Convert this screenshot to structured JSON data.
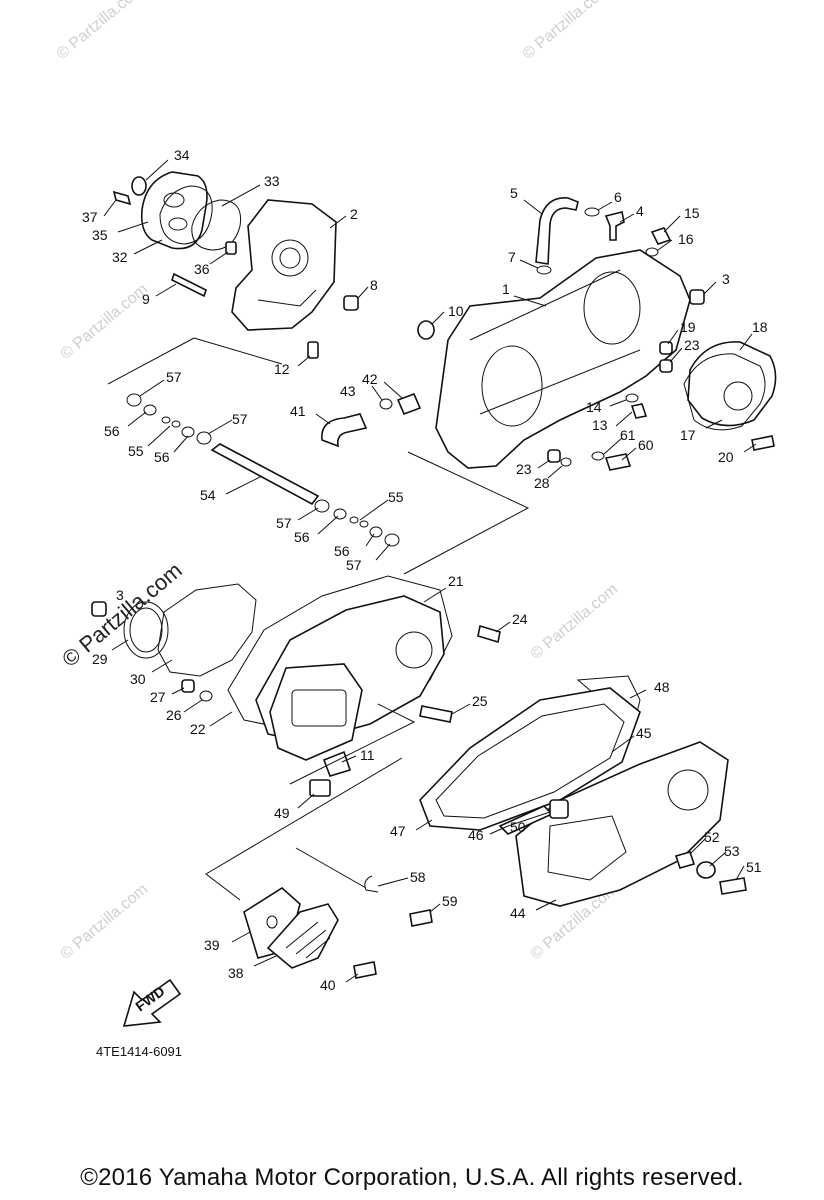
{
  "watermark": "© Partzilla.com",
  "diagram_code": "4TE1414-6091",
  "fwd_label": "FWD",
  "copyright": "©2016  Yamaha Motor Corporation, U.S.A. All rights reserved.",
  "callouts": {
    "c1": "1",
    "c2": "2",
    "c3a": "3",
    "c3b": "3",
    "c4": "4",
    "c5": "5",
    "c6": "6",
    "c7": "7",
    "c8": "8",
    "c9": "9",
    "c10": "10",
    "c11": "11",
    "c12": "12",
    "c13": "13",
    "c14": "14",
    "c15": "15",
    "c16": "16",
    "c17": "17",
    "c18": "18",
    "c19": "19",
    "c20": "20",
    "c21": "21",
    "c22": "22",
    "c23a": "23",
    "c23b": "23",
    "c24": "24",
    "c25": "25",
    "c26": "26",
    "c27": "27",
    "c28": "28",
    "c29": "29",
    "c30": "30",
    "c32": "32",
    "c33": "33",
    "c34": "34",
    "c35": "35",
    "c36": "36",
    "c37": "37",
    "c38": "38",
    "c39": "39",
    "c40": "40",
    "c41": "41",
    "c42": "42",
    "c43": "43",
    "c44": "44",
    "c45": "45",
    "c46": "46",
    "c47": "47",
    "c48": "48",
    "c49": "49",
    "c50": "50",
    "c51": "51",
    "c52": "52",
    "c53": "53",
    "c54": "54",
    "c55a": "55",
    "c55b": "55",
    "c56a": "56",
    "c56b": "56",
    "c56c": "56",
    "c56d": "56",
    "c57a": "57",
    "c57b": "57",
    "c57c": "57",
    "c57d": "57",
    "c58": "58",
    "c59": "59",
    "c60": "60",
    "c61": "61"
  }
}
